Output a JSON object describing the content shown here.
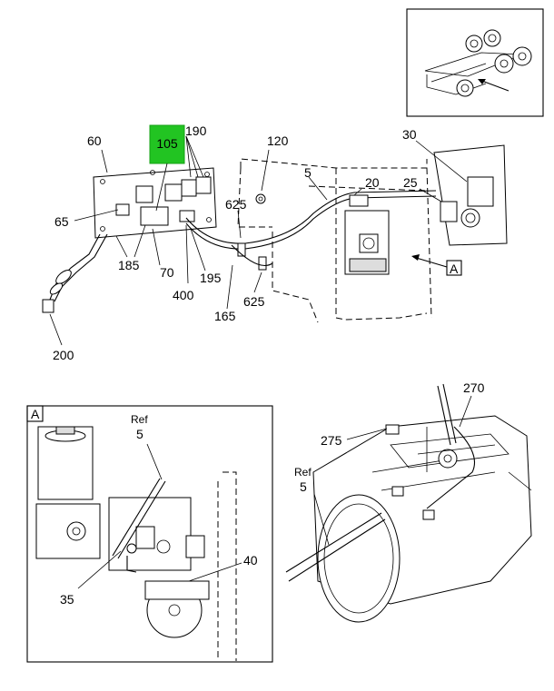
{
  "highlight": {
    "part_number": "105",
    "color": "#22c422"
  },
  "callouts": {
    "c60": "60",
    "c190": "190",
    "c120": "120",
    "c30": "30",
    "c5": "5",
    "c20": "20",
    "c25": "25",
    "c625a": "625",
    "c65": "65",
    "c185": "185",
    "c70": "70",
    "c195": "195",
    "c400": "400",
    "c165": "165",
    "c625b": "625",
    "c200": "200",
    "viewA": "A"
  },
  "detail_a": {
    "tag": "A",
    "ref_word": "Ref",
    "ref_num": "5",
    "c35": "35",
    "c40": "40"
  },
  "detail_b": {
    "ref_word": "Ref",
    "ref_num": "5",
    "c275": "275",
    "c270": "270"
  }
}
